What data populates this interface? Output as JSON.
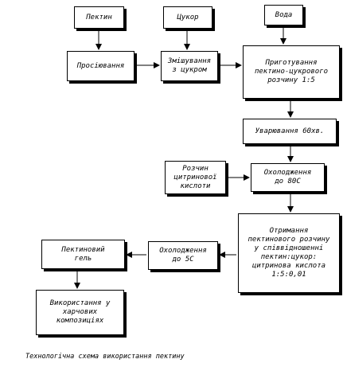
{
  "nodes": {
    "pectin": "Пектин",
    "sugar": "Цукор",
    "water": "Вода",
    "sifting": "Просіювання",
    "mixing": "Змішування\nз цукром",
    "prep": "Приготування\nпектино-цукрового\nрозчину 1:5",
    "boil": "Уварювання 60хв.",
    "citric": "Розчин\nцитринової\nкислоти",
    "cool80": "Охолодження\nдо 80С",
    "obtain": "Отримання\nпектинового розчину\nу співвідношенні\nпектин:цукор:\nцитринова кислота\n1:5:0,01",
    "cool5": "Охолодження\nдо 5С",
    "gel": "Пектиновий\nгель",
    "use": "Використання у\nхарчових\nкомпозиціях"
  },
  "caption": "Технологічна схема використання пектину",
  "colors": {
    "line": "#000000",
    "fill": "#ffffff"
  }
}
